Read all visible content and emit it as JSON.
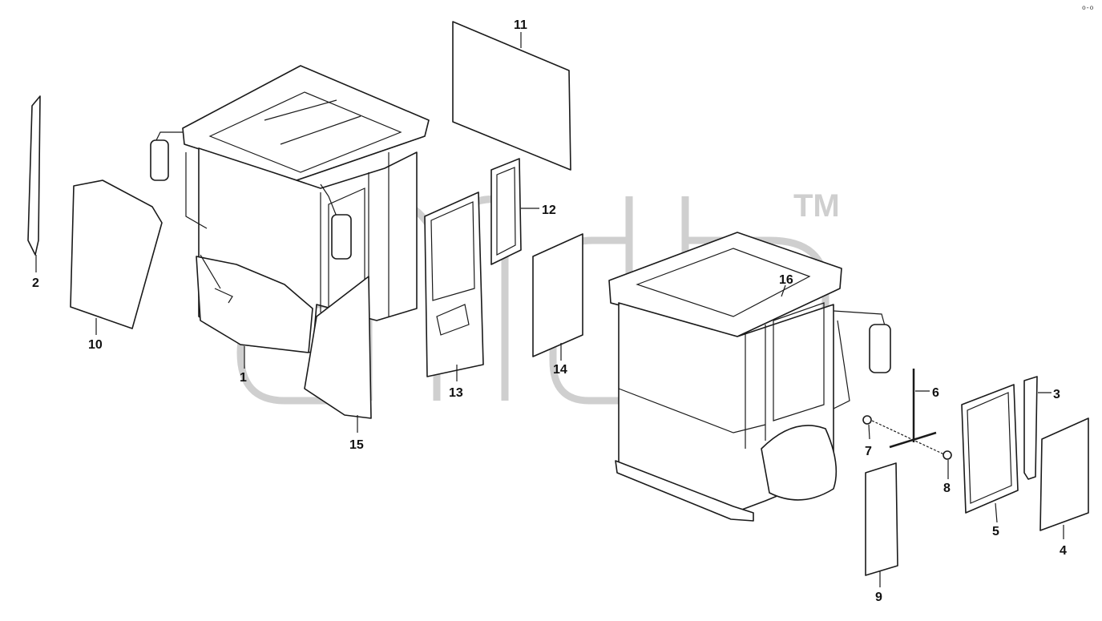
{
  "watermark": {
    "letters": [
      "a",
      "m",
      "d",
      "b"
    ],
    "trademark": "TM",
    "color": "#cfcfcf"
  },
  "corner_mark": "o-o",
  "callouts": [
    "1",
    "2",
    "3",
    "4",
    "5",
    "6",
    "7",
    "8",
    "9",
    "10",
    "11",
    "12",
    "13",
    "14",
    "15",
    "16"
  ],
  "colors": {
    "line": "#1a1a1a",
    "fill": "#ffffff"
  }
}
